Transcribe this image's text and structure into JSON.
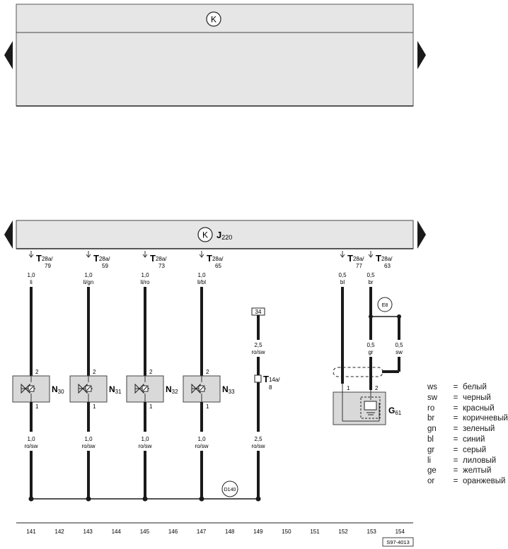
{
  "top_unit": {
    "symbol": "K"
  },
  "main_unit": {
    "symbol": "K",
    "name_main": "J",
    "name_sub": "220"
  },
  "connectors_top": [
    {
      "main": "T",
      "sub": "28a/",
      "pin": "79",
      "gauge": "1,0",
      "color": "li"
    },
    {
      "main": "T",
      "sub": "28a/",
      "pin": "59",
      "gauge": "1,0",
      "color": "li/gn"
    },
    {
      "main": "T",
      "sub": "28a/",
      "pin": "73",
      "gauge": "1,0",
      "color": "li/ro"
    },
    {
      "main": "T",
      "sub": "28a/",
      "pin": "65",
      "gauge": "1,0",
      "color": "li/bl"
    },
    {
      "main": "T",
      "sub": "28a/",
      "pin": "77",
      "gauge": "0,5",
      "color": "bl"
    },
    {
      "main": "T",
      "sub": "28a/",
      "pin": "63",
      "gauge": "0,5",
      "color": "br"
    }
  ],
  "valves": [
    {
      "main": "N",
      "sub": "30",
      "pin_top": "2",
      "pin_bottom": "1",
      "gauge_below": "1,0",
      "color_below": "ro/sw"
    },
    {
      "main": "N",
      "sub": "31",
      "pin_top": "2",
      "pin_bottom": "1",
      "gauge_below": "1,0",
      "color_below": "ro/sw"
    },
    {
      "main": "N",
      "sub": "32",
      "pin_top": "2",
      "pin_bottom": "1",
      "gauge_below": "1,0",
      "color_below": "ro/sw"
    },
    {
      "main": "N",
      "sub": "33",
      "pin_top": "2",
      "pin_bottom": "1",
      "gauge_below": "1,0",
      "color_below": "ro/sw"
    }
  ],
  "power_wire": {
    "terminal": "34",
    "gauge_top": "2,5",
    "color_top": "ro/sw",
    "connector_main": "T",
    "connector_sub": "14a/",
    "connector_pin": "8",
    "gauge_bottom": "2,5",
    "color_bottom": "ro/sw"
  },
  "sensor": {
    "main": "G",
    "sub": "61",
    "pin1": "1",
    "pin2": "2",
    "ground_ref": "E8",
    "wire_gr_gauge": "0,5",
    "wire_gr_color": "gr",
    "wire_sw_gauge": "0,5",
    "wire_sw_color": "sw"
  },
  "junction": "D140",
  "tracks": [
    "141",
    "142",
    "143",
    "144",
    "145",
    "146",
    "147",
    "148",
    "149",
    "150",
    "151",
    "152",
    "153",
    "154"
  ],
  "doc_code": "S97-4013",
  "legend": [
    {
      "code": "ws",
      "eq": "=",
      "name": "белый"
    },
    {
      "code": "sw",
      "eq": "=",
      "name": "черный"
    },
    {
      "code": "ro",
      "eq": "=",
      "name": "красный"
    },
    {
      "code": "br",
      "eq": "=",
      "name": "коричневый"
    },
    {
      "code": "gn",
      "eq": "=",
      "name": "зеленый"
    },
    {
      "code": "bl",
      "eq": "=",
      "name": "синий"
    },
    {
      "code": "gr",
      "eq": "=",
      "name": "серый"
    },
    {
      "code": "li",
      "eq": "=",
      "name": "лиловый"
    },
    {
      "code": "ge",
      "eq": "=",
      "name": "желтый"
    },
    {
      "code": "or",
      "eq": "=",
      "name": "оранжевый"
    }
  ],
  "colors": {
    "panel_fill": "#e6e6e6",
    "component_fill": "#d9d9d9",
    "wire": "#1a1a1a",
    "line": "#333333"
  }
}
